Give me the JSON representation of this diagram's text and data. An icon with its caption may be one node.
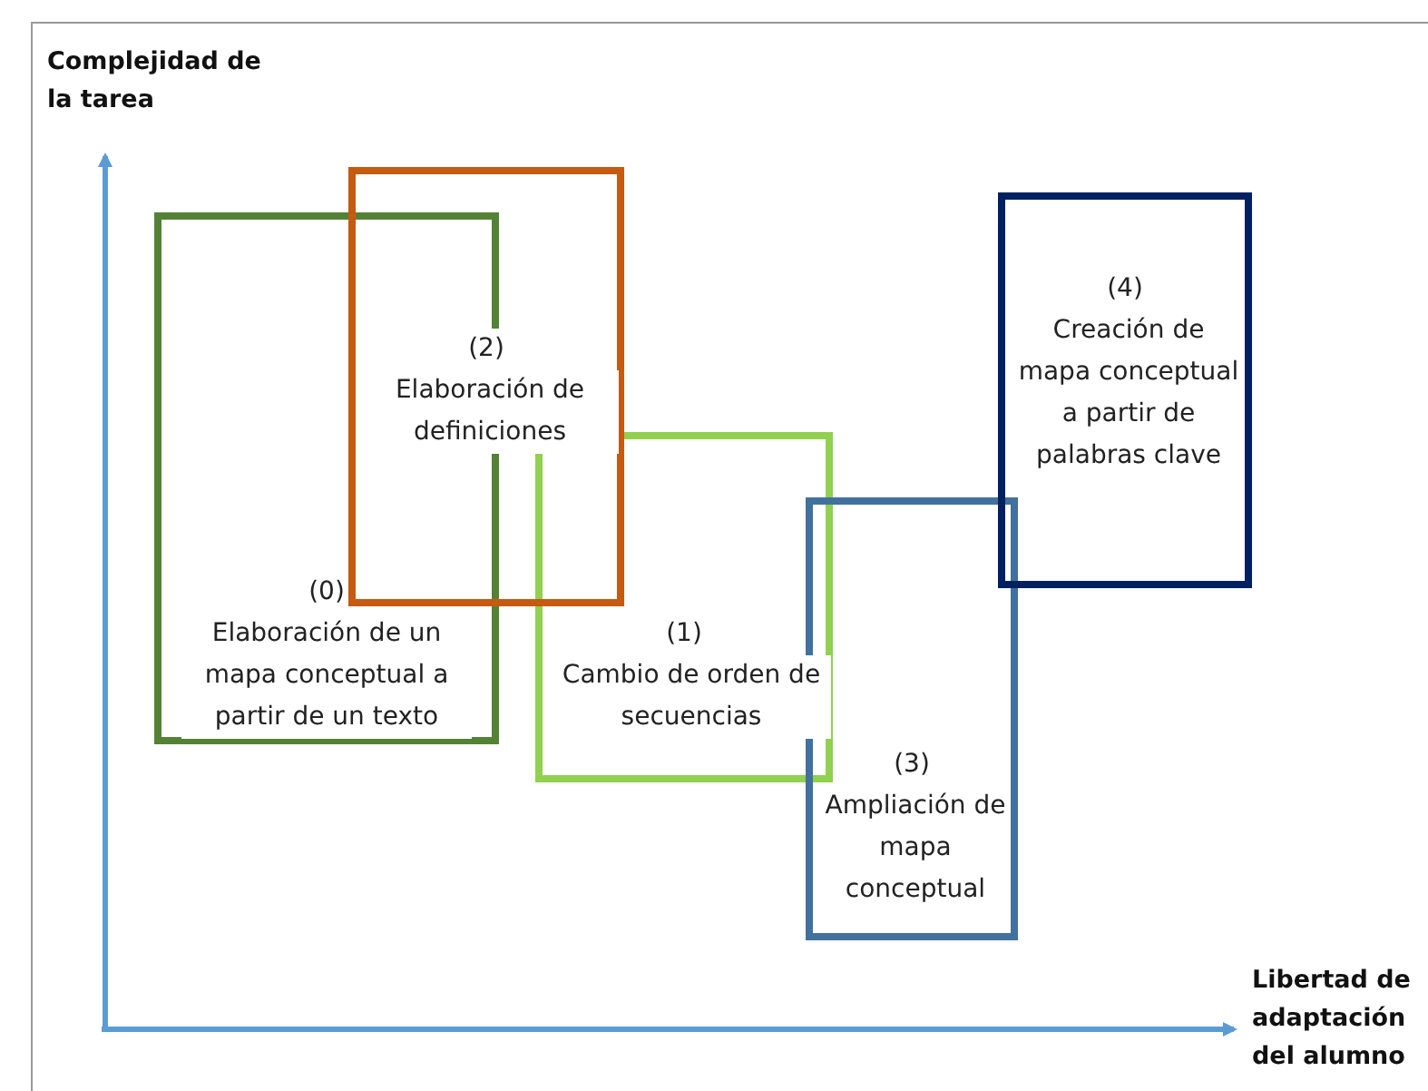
{
  "diagram": {
    "nodes": [
      {
        "text": [
          "(0)",
          "Elaboración de un mapa conceptual a partir de un texto"
        ]
      },
      {
        "text": [
          "(1)",
          "Cambio de orden de secuencias"
        ]
      },
      {
        "text": [
          "(2)",
          "Elaboración de definiciones"
        ]
      },
      {
        "text": [
          "(3)",
          "Ampliación de mapa conceptual"
        ]
      },
      {
        "text": [
          "(4)",
          "Creación de mapa conceptual a partir de palabras clave"
        ]
      }
    ],
    "labels": [
      "Complejidad de la tarea",
      "Libertad de adaptación del alumno"
    ]
  }
}
